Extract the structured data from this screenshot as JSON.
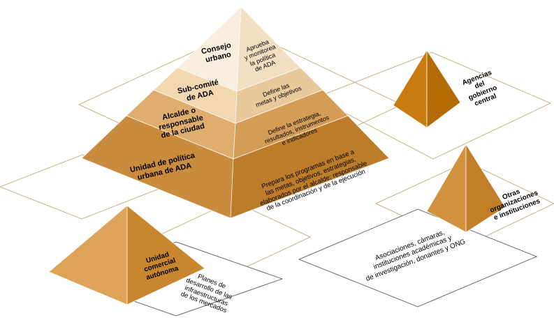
{
  "colors": {
    "level1_left": "#f9eedd",
    "level1_right": "#f2dfc1",
    "level2_left": "#f1d8b1",
    "level2_right": "#e8c99b",
    "level3_left": "#dfae6f",
    "level3_right": "#d49d55",
    "level4_left": "#c98b3d",
    "level4_right": "#bd7c29",
    "agencias_left": "#c87b10",
    "agencias_right": "#b36c05",
    "otras_left": "#d2913f",
    "otras_right": "#c27d29",
    "unidad_left": "#dda358",
    "unidad_right": "#c8862f",
    "plane_outline": "#c7b088"
  },
  "main_pyramid": {
    "levels": [
      {
        "label": "Consejo\nurbano",
        "description": "Aprueba\ny monitorea\nla política\nde ADA"
      },
      {
        "label": "Sub-comité\nde ADA",
        "description": "Define las\nmetas y objetivos"
      },
      {
        "label": "Alcalde o\nresponsable\nde la ciudad",
        "description": "Define la estrategia,\nresultados, instrumentos\ne indicadores"
      },
      {
        "label": "Unidad de política\nurbana de ADA",
        "description": "Prepara los programas en base a\nlas metas, objetivos, estrategias,\nelaborados por el alcalde; responsable\nde la coordinación y de la ejecución"
      }
    ]
  },
  "satellites": {
    "agencias": {
      "label": "Agencias\ndel\ngobierno\ncentral"
    },
    "otras": {
      "label": "Otras\norganizaciones\ne instituciones",
      "note": "Asociaciones, cámaras,\ninstituciones académicas y\nde investigación, donantes y ONG"
    },
    "unidad_comercial": {
      "label": "Unidad\ncomercial\nautónoma",
      "note": "Planes de\ndesarrollo de las\ninfraestructuras\nde los mercados"
    }
  }
}
